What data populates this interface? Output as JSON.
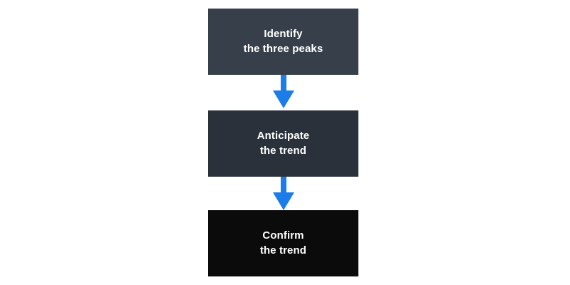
{
  "diagram": {
    "type": "flowchart",
    "orientation": "vertical",
    "background_color": "#ffffff",
    "accent_color": "#1c7ce8",
    "text_color": "#ffffff",
    "steps": [
      {
        "id": "step-1",
        "order": 1,
        "line1": "Identify",
        "line2": "the three peaks",
        "text": "Identify\nthe three peaks",
        "fill_color": "#373f4a"
      },
      {
        "id": "step-2",
        "order": 2,
        "line1": "Anticipate",
        "line2": "the trend",
        "text": "Anticipate\nthe trend",
        "fill_color": "#2b313b"
      },
      {
        "id": "step-3",
        "order": 3,
        "line1": "Confirm",
        "line2": "the trend",
        "text": "Confirm\nthe trend",
        "fill_color": "#0b0b0c"
      }
    ],
    "connectors": [
      {
        "id": "connector-1",
        "icon": "arrow-down-icon",
        "from": "step-1",
        "to": "step-2",
        "color": "#1c7ce8"
      },
      {
        "id": "connector-2",
        "icon": "arrow-down-icon",
        "from": "step-2",
        "to": "step-3",
        "color": "#1c7ce8"
      }
    ]
  }
}
